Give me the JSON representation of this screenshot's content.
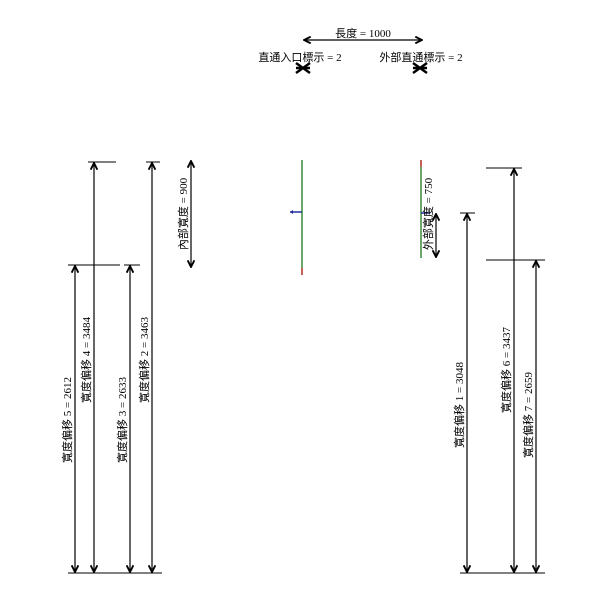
{
  "top": {
    "length_label": "長度 = 1000",
    "entry_marker_label": "直通入口標示 = 2",
    "exterior_marker_label": "外部直通標示 = 2"
  },
  "dimensions": [
    {
      "id": "offset5",
      "label": "寬度偏移 5 = 2612"
    },
    {
      "id": "offset4",
      "label": "寬度偏移 4 = 3484"
    },
    {
      "id": "offset3",
      "label": "寬度偏移 3 = 2633"
    },
    {
      "id": "offset2",
      "label": "寬度偏移 2 = 3463"
    },
    {
      "id": "inner",
      "label": "內部寬度 = 900"
    },
    {
      "id": "outer",
      "label": "外部寬度 = 750"
    },
    {
      "id": "offset1",
      "label": "寬度偏移 1 = 3048"
    },
    {
      "id": "offset6",
      "label": "寬度偏移 6 = 3437"
    },
    {
      "id": "offset7",
      "label": "寬度偏移 7 = 2659"
    }
  ],
  "colors": {
    "line": "#000000",
    "wall": "#3a8a3a",
    "end": "#d04040",
    "handle": "#2030a0"
  }
}
